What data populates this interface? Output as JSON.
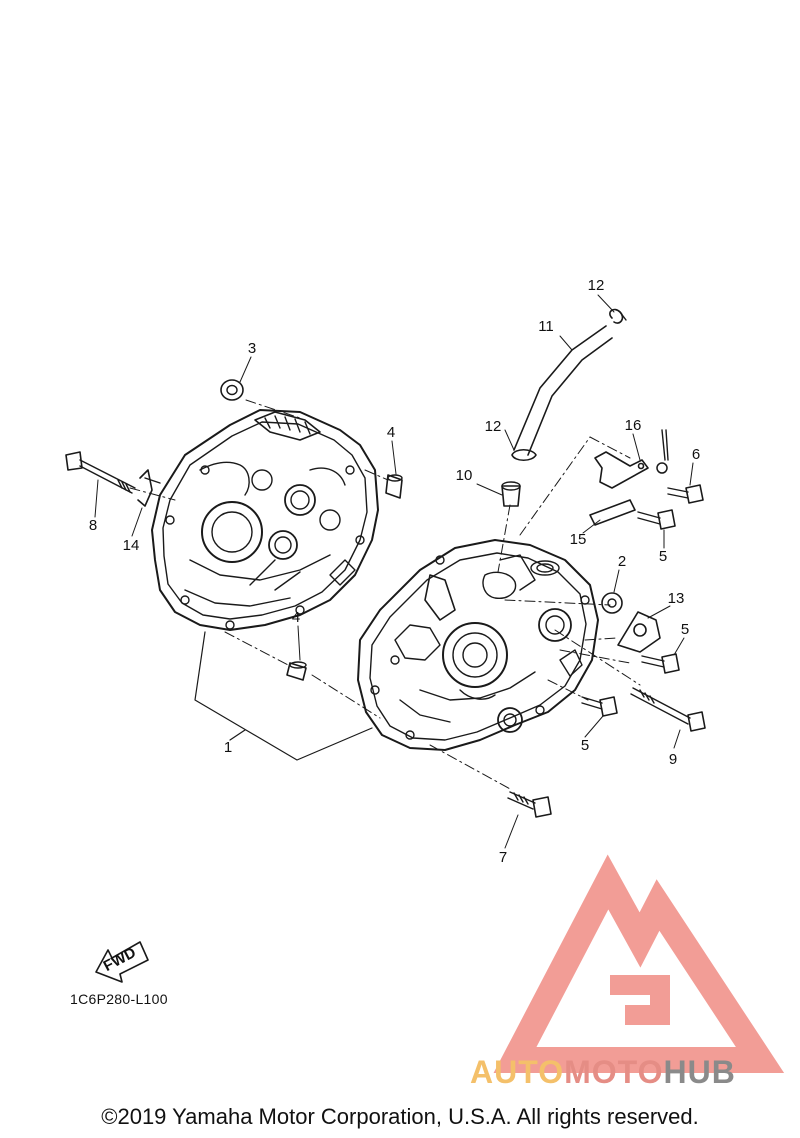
{
  "callouts": [
    {
      "id": "c1",
      "label": "1"
    },
    {
      "id": "c2",
      "label": "2"
    },
    {
      "id": "c3",
      "label": "3"
    },
    {
      "id": "c4a",
      "label": "4"
    },
    {
      "id": "c4b",
      "label": "4"
    },
    {
      "id": "c5a",
      "label": "5"
    },
    {
      "id": "c5b",
      "label": "5"
    },
    {
      "id": "c5c",
      "label": "5"
    },
    {
      "id": "c6",
      "label": "6"
    },
    {
      "id": "c7",
      "label": "7"
    },
    {
      "id": "c8",
      "label": "8"
    },
    {
      "id": "c9",
      "label": "9"
    },
    {
      "id": "c10",
      "label": "10"
    },
    {
      "id": "c11",
      "label": "11"
    },
    {
      "id": "c12a",
      "label": "12"
    },
    {
      "id": "c12b",
      "label": "12"
    },
    {
      "id": "c13",
      "label": "13"
    },
    {
      "id": "c14",
      "label": "14"
    },
    {
      "id": "c15",
      "label": "15"
    },
    {
      "id": "c16",
      "label": "16"
    }
  ],
  "fwd_arrow": {
    "text": "FWD"
  },
  "drawing_code": "1C6P280-L100",
  "copyright": "©2019 Yamaha Motor Corporation, U.S.A. All rights reserved.",
  "watermark": {
    "part1": "AUTO",
    "part2": "MOTO",
    "part3": "HUB"
  },
  "colors": {
    "line": "#1a1a1a",
    "watermark_red": "#f08c84",
    "watermark_orange": "#f4c06a",
    "watermark_gray": "#8a8a8a"
  }
}
